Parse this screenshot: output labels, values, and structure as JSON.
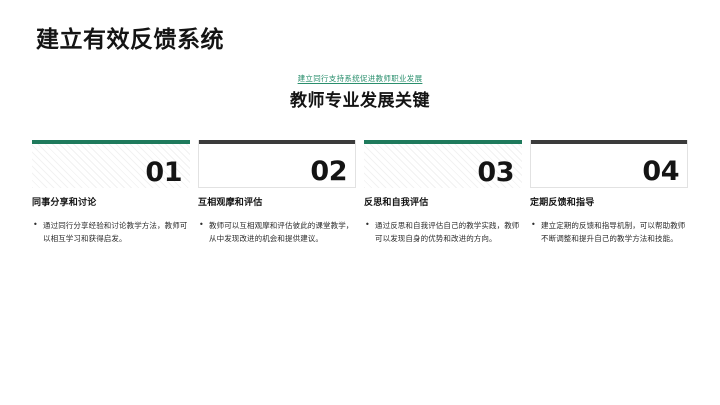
{
  "slide": {
    "title": "建立有效反馈系统",
    "eyebrow": "建立同行支持系统促进教师职业发展",
    "section_heading": "教师专业发展关键"
  },
  "theme": {
    "accent_green": "#1f7a5c",
    "accent_dark": "#3b3b3b",
    "eyebrow_color": "#2a8f6d",
    "text_color": "#141414",
    "background": "#ffffff"
  },
  "cards": [
    {
      "number": "01",
      "title": "同事分享和讨论",
      "bullets": [
        "通过同行分享经验和讨论教学方法，教师可以相互学习和获得启发。"
      ],
      "accent": "green"
    },
    {
      "number": "02",
      "title": "互相观摩和评估",
      "bullets": [
        "教师可以互相观摩和评估彼此的课堂教学，从中发现改进的机会和提供建议。"
      ],
      "accent": "dark"
    },
    {
      "number": "03",
      "title": "反思和自我评估",
      "bullets": [
        "通过反思和自我评估自己的教学实践，教师可以发现自身的优势和改进的方向。"
      ],
      "accent": "green"
    },
    {
      "number": "04",
      "title": "定期反馈和指导",
      "bullets": [
        "建立定期的反馈和指导机制，可以帮助教师不断调整和提升自己的教学方法和技能。"
      ],
      "accent": "dark"
    }
  ]
}
